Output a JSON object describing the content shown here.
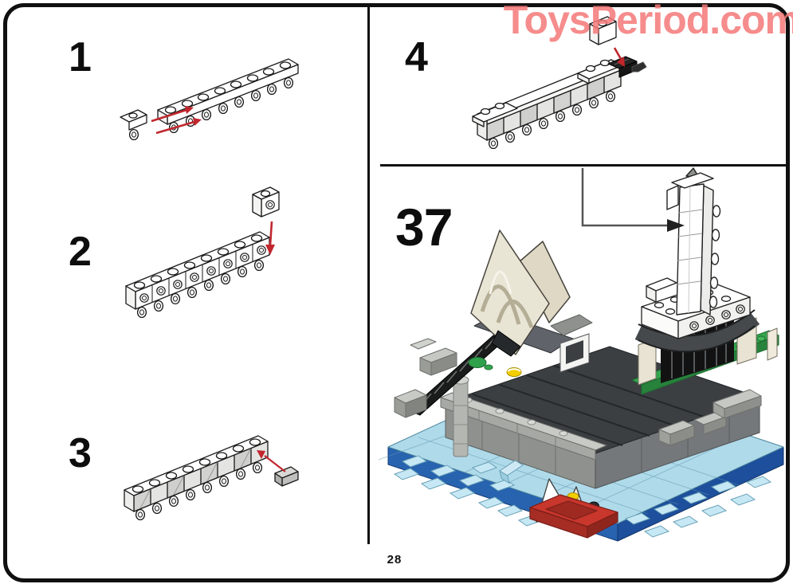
{
  "watermark": {
    "text": "ToysPeriod.com",
    "color": "#F57878"
  },
  "page_number": "28",
  "steps": [
    {
      "label": "1"
    },
    {
      "label": "2"
    },
    {
      "label": "3"
    },
    {
      "label": "4"
    },
    {
      "label": "37"
    }
  ],
  "icons": {
    "red_arrow": "assembly-direction-arrow",
    "callout_arrow": "placement-callout-arrow"
  },
  "colors": {
    "line_art": "#1a1a1a",
    "arrow_red": "#C1272D",
    "frame_black": "#101010",
    "water_top": "#AFDAEA",
    "water_wave": "#C6E8F4",
    "water_side_left": "#2863B0",
    "water_side_right": "#1D4F9C",
    "deck_dark": "#3B3F42",
    "quay_left": "#8E918D",
    "quay_right": "#74787A",
    "edge_blocks": "#C8CAC6",
    "sail_tan": "#E9E5D5",
    "pillar_tan": "#E8E3D2",
    "grille_black": "#121212",
    "plate_green": "#2FA14A",
    "light_yellow": "#F2CE00",
    "boat_red": "#C8362C",
    "ramp_black": "#1A1C1C",
    "tower_white": "#FFFFFF"
  }
}
